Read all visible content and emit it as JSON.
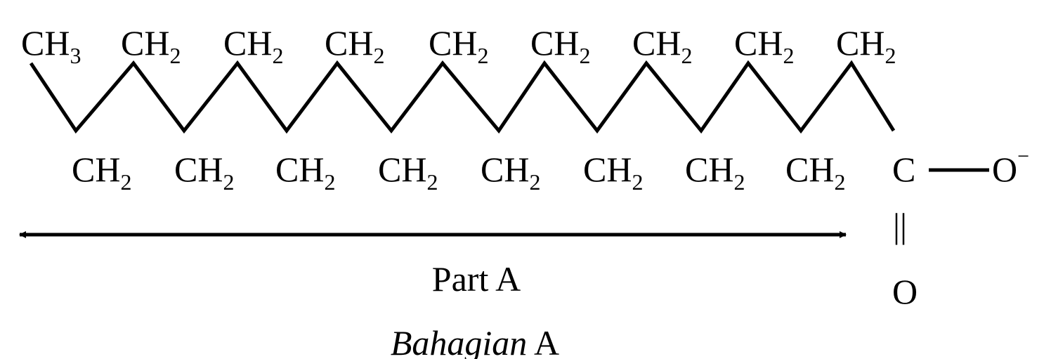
{
  "top_groups": [
    {
      "base": "CH",
      "sub": "3"
    },
    {
      "base": "CH",
      "sub": "2"
    },
    {
      "base": "CH",
      "sub": "2"
    },
    {
      "base": "CH",
      "sub": "2"
    },
    {
      "base": "CH",
      "sub": "2"
    },
    {
      "base": "CH",
      "sub": "2"
    },
    {
      "base": "CH",
      "sub": "2"
    },
    {
      "base": "CH",
      "sub": "2"
    },
    {
      "base": "CH",
      "sub": "2"
    }
  ],
  "bottom_groups": [
    {
      "base": "CH",
      "sub": "2"
    },
    {
      "base": "CH",
      "sub": "2"
    },
    {
      "base": "CH",
      "sub": "2"
    },
    {
      "base": "CH",
      "sub": "2"
    },
    {
      "base": "CH",
      "sub": "2"
    },
    {
      "base": "CH",
      "sub": "2"
    },
    {
      "base": "CH",
      "sub": "2"
    },
    {
      "base": "CH",
      "sub": "2"
    }
  ],
  "carboxyl": {
    "carbon": "C",
    "oxygen_single": "O",
    "charge": "−",
    "oxygen_double": "O",
    "double_bond": "||"
  },
  "caption": {
    "line1": "Part A",
    "line2_italic": "Bahagian",
    "line2_rest": " A"
  },
  "colors": {
    "ink": "#000000",
    "background": "#ffffff"
  }
}
